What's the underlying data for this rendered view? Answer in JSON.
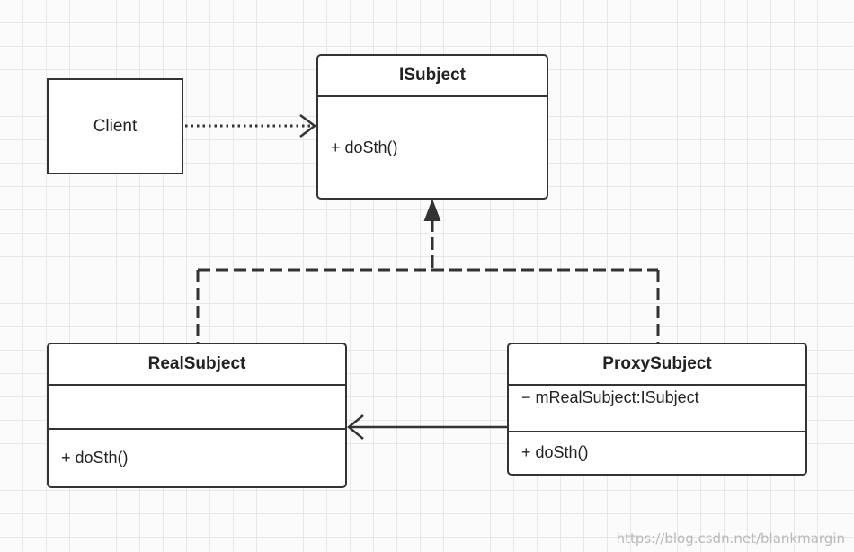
{
  "client": {
    "label": "Client"
  },
  "isubject": {
    "name": "ISubject",
    "operations": [
      "+ doSth()"
    ]
  },
  "real_subject": {
    "name": "RealSubject",
    "attributes": [],
    "operations": [
      "+ doSth()"
    ]
  },
  "proxy_subject": {
    "name": "ProxySubject",
    "attributes": [
      "− mRealSubject:ISubject"
    ],
    "operations": [
      "+ doSth()"
    ]
  },
  "relations": [
    {
      "from": "Client",
      "to": "ISubject",
      "kind": "dependency"
    },
    {
      "from": "RealSubject",
      "to": "ISubject",
      "kind": "realization"
    },
    {
      "from": "ProxySubject",
      "to": "ISubject",
      "kind": "realization"
    },
    {
      "from": "ProxySubject",
      "to": "RealSubject",
      "kind": "association"
    }
  ],
  "watermark": "https://blog.csdn.net/blankmargin",
  "colors": {
    "stroke": "#333333",
    "grid": "#e7e7e7",
    "box_fill": "#ffffff"
  }
}
